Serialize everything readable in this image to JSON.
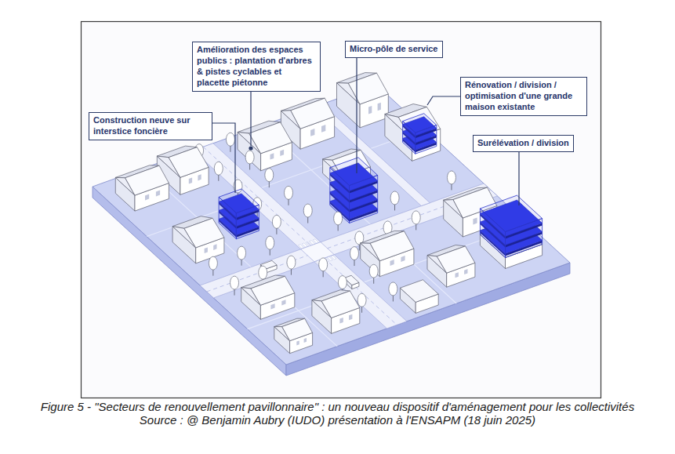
{
  "diagram": {
    "caption": "Figure 5 - \"Secteurs de renouvellement pavillonnaire\" : un nouveau dispositif d'aménagement pour les collectivités",
    "nodes": [
      {
        "text": [
          "Amélioration des espaces publics : plantation d'arbres & pistes cyclables et placette piétonne"
        ]
      },
      {
        "text": [
          "Micro-pôle de service"
        ]
      },
      {
        "text": [
          "Rénovation / division / optimisation d'une grande maison existante"
        ]
      },
      {
        "text": [
          "Construction neuve sur interstice foncière"
        ]
      },
      {
        "text": [
          "Surélévation / division"
        ]
      }
    ],
    "labels": [
      "Source : @ Benjamin Aubry (IUDO) présentation à l'ENSAPM (18 juin 2025)"
    ]
  }
}
